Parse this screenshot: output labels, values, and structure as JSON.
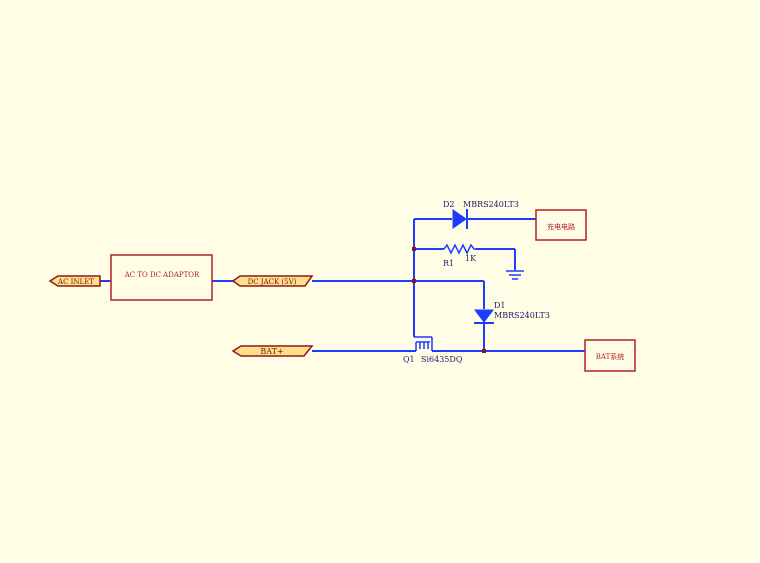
{
  "colors": {
    "background": "#fffde6",
    "wire": "#1e3cff",
    "component": "#b22222",
    "port_fill": "#ffe08a",
    "port_stroke": "#8b1a1a",
    "label": "#1a1a66"
  },
  "ports": {
    "ac_inlet": "AC INLET",
    "dc_jack": "DC JACK (5V)",
    "bat": "BAT+"
  },
  "blocks": {
    "adaptor": "AC TO DC ADAPTOR",
    "charge": "充电电路",
    "bat_system": "BAT系统"
  },
  "components": {
    "d2_ref": "D2",
    "d2_part": "MBRS240LT3",
    "r1_ref": "R1",
    "r1_value": "1K",
    "d1_ref": "D1",
    "d1_part": "MBRS240LT3",
    "q1_ref": "Q1",
    "q1_part": "Si6435DQ"
  }
}
